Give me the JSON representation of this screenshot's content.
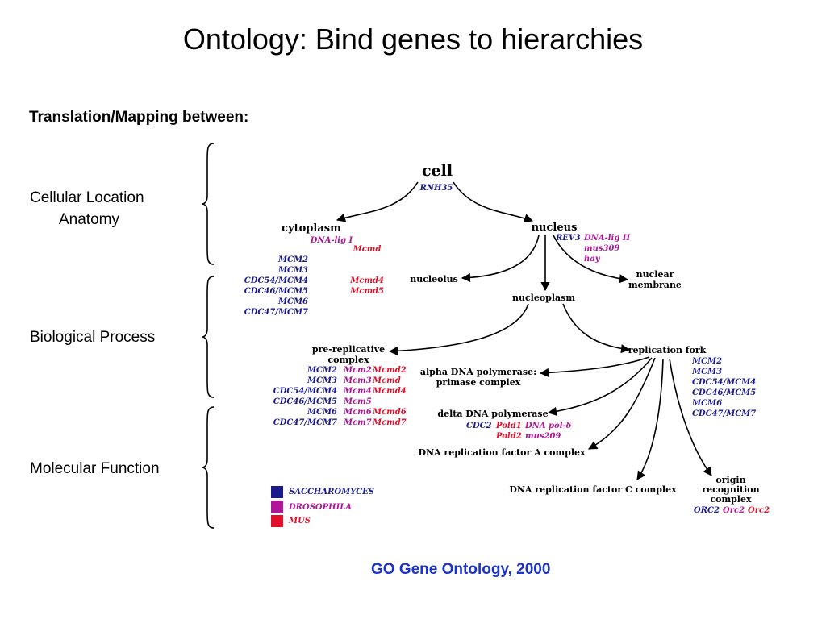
{
  "title": "Ontology: Bind genes to hierarchies",
  "subtitle": "Translation/Mapping between:",
  "categories": {
    "cellular_line1": "Cellular Location",
    "cellular_line2": "Anatomy",
    "biological": "Biological Process",
    "molecular": "Molecular Function"
  },
  "caption": "GO Gene Ontology, 2000",
  "colors": {
    "saccharomyces": "#1a1a8c",
    "drosophila": "#b0149a",
    "mus": "#e0102a",
    "caption": "#1a33cc"
  },
  "nodes": {
    "cell": "cell",
    "cytoplasm": "cytoplasm",
    "nucleus": "nucleus",
    "nucleolus": "nucleolus",
    "nuclear_membrane_1": "nuclear",
    "nuclear_membrane_2": "membrane",
    "nucleoplasm": "nucleoplasm",
    "prerep_1": "pre-replicative",
    "prerep_2": "complex",
    "replication_fork": "replication fork",
    "alpha_1": "alpha DNA polymerase:",
    "alpha_2": "primase complex",
    "delta": "delta DNA polymerase",
    "rfa": "DNA replication factor A complex",
    "rfc": "DNA replication factor C complex",
    "orc_1": "origin",
    "orc_2": "recognition",
    "orc_3": "complex"
  },
  "genes": {
    "cell_rnh35": "RNH35",
    "cyto_dnalig1": "DNA-lig I",
    "cyto_mcmd": "Mcmd",
    "cyto_mcm2": "MCM2",
    "cyto_mcm3": "MCM3",
    "cyto_cdc54": "CDC54/MCM4",
    "cyto_cdc46": "CDC46/MCM5",
    "cyto_mcm6": "MCM6",
    "cyto_cdc47": "CDC47/MCM7",
    "cyto_mcmd4": "Mcmd4",
    "cyto_mcmd5": "Mcmd5",
    "nuc_rev3": "REV3",
    "nuc_dnalig2": "DNA-lig II",
    "nuc_mus309": "mus309",
    "nuc_hay": "hay",
    "pre_mcm2": "MCM2",
    "pre_mcm3": "MCM3",
    "pre_cdc54": "CDC54/MCM4",
    "pre_cdc46": "CDC46/MCM5",
    "pre_mcm6": "MCM6",
    "pre_cdc47": "CDC47/MCM7",
    "pre_d_mcm2": "Mcm2",
    "pre_d_mcm3": "Mcm3",
    "pre_d_mcm4": "Mcm4",
    "pre_d_mcm5": "Mcm5",
    "pre_d_mcm6": "Mcm6",
    "pre_d_mcm7": "Mcm7",
    "pre_m_mcmd2": "Mcmd2",
    "pre_m_mcmd": "Mcmd",
    "pre_m_mcmd4": "Mcmd4",
    "pre_m_mcmd6": "Mcmd6",
    "pre_m_mcmd7": "Mcmd7",
    "fork_mcm2": "MCM2",
    "fork_mcm3": "MCM3",
    "fork_cdc54": "CDC54/MCM4",
    "fork_cdc46": "CDC46/MCM5",
    "fork_mcm6": "MCM6",
    "fork_cdc47": "CDC47/MCM7",
    "delta_cdc2": "CDC2",
    "delta_pold1": "Pold1",
    "delta_pold2": "Pold2",
    "delta_dnapol": "DNA pol-δ",
    "delta_mus209": "mus209",
    "orc_orc2_s": "ORC2",
    "orc_orc2_d": "Orc2",
    "orc_orc2_m": "Orc2"
  },
  "legend": [
    {
      "label": "SACCHAROMYCES",
      "color": "#1a1a8c"
    },
    {
      "label": "DROSOPHILA",
      "color": "#b0149a"
    },
    {
      "label": "MUS",
      "color": "#e0102a"
    }
  ]
}
